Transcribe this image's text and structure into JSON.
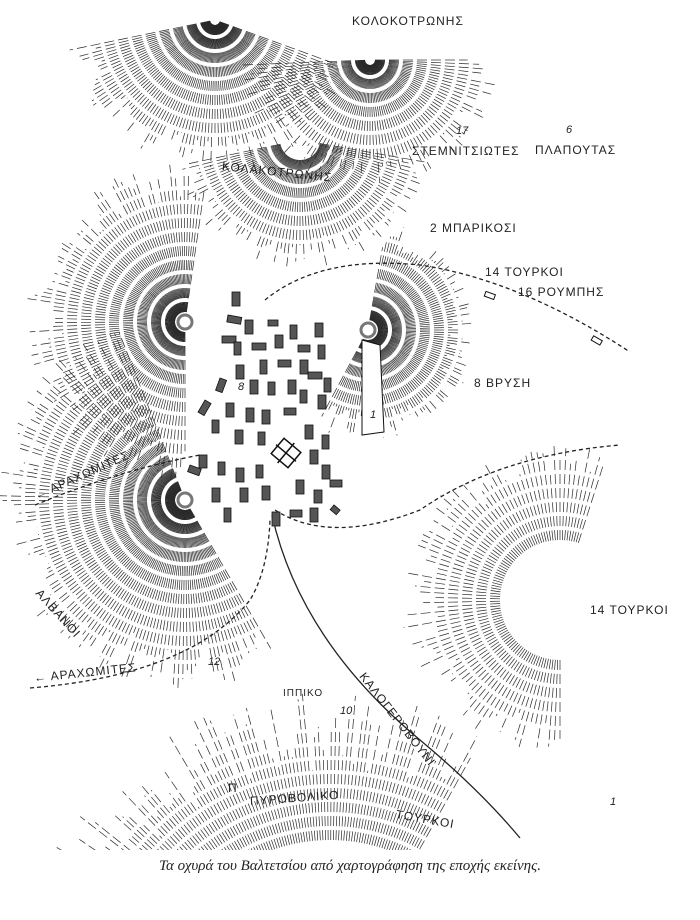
{
  "map": {
    "labels": {
      "kolokotronis_top": "ΚΟΛΟΚΟΤΡΩΝΗΣ",
      "kolokotronis_mid": "ΚΟΛΑΚΟΤΡΩΝΗΣ",
      "stemnitsiotes_num": "17",
      "stemnitsiotes": "ΣΤΕΜΝΙΤΣΙΩΤΕΣ",
      "plapoutas_num": "6",
      "plapoutas": "ΠΛΑΠΟΥΤΑΣ",
      "barikosi": "2 ΜΠΑΡΙΚΟΣΙ",
      "tourkoi_north": "14 ΤΟΥΡΚΟΙ",
      "roumpis": "16 ΡΟΥΜΠΗΣ",
      "vrysi": "8 ΒΡΥΣΗ",
      "village_num": "8",
      "fort_num": "1",
      "arachomites_upper": "← ΑΡΑΧΩΜΙΤΕΣ",
      "alvanoi": "ΑΛΒΑΝΟΙ",
      "arachomites_lower": "← ΑΡΑΧΩΜΙΤΕΣ",
      "num_12": "12",
      "ippiko": "ΙΠΠΙΚΟ",
      "num_10": "10",
      "kalogerovouni": "ΚΑΛΟΓΕΡΟΒΟΥΝΙ",
      "tourkoi_east": "14 ΤΟΥΡΚΟΙ",
      "pi": "Π",
      "pyrovoliko": "ΠΥΡΟΒΟΛΙΚΟ",
      "tourkoi_south": "ΤΟΥΡΚΟΙ",
      "num_1": "1"
    },
    "ink_color": "#2a2a2a",
    "paper_color": "#ffffff"
  },
  "caption": "Τα οχυρά του Βαλτετσίου από χαρτογράφηση της εποχής εκείνης."
}
